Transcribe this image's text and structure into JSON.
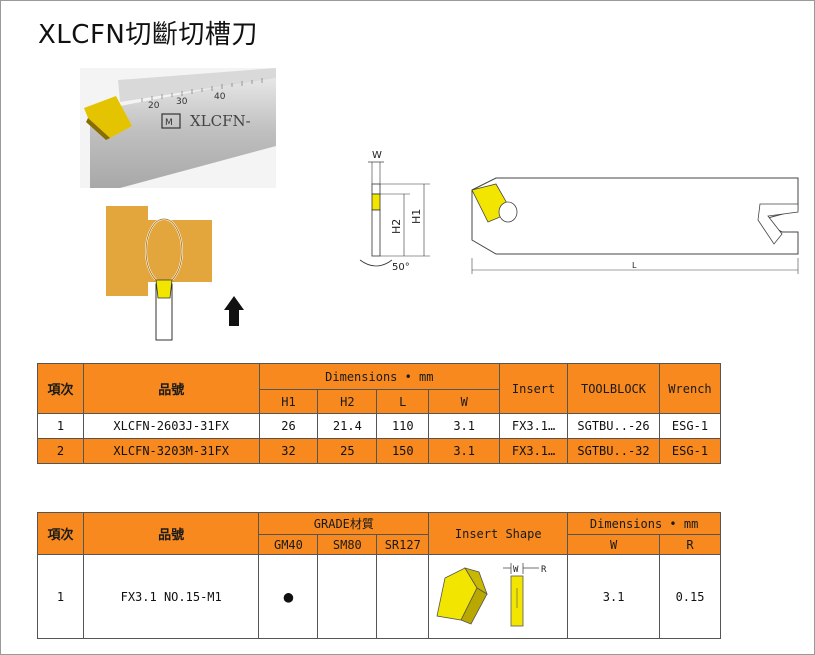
{
  "title": "XLCFN切斷切槽刀",
  "photo": {
    "scale": [
      "20",
      "30",
      "40"
    ],
    "engraving": "XLCFN-"
  },
  "side_view": {
    "w": "W",
    "h2": "H2",
    "h1": "H1",
    "angle": "50°"
  },
  "plan_view": {
    "length": "L"
  },
  "table1": {
    "headers": {
      "item": "項次",
      "part": "品號",
      "dimensions": "Dimensions • mm",
      "h1": "H1",
      "h2": "H2",
      "l": "L",
      "w": "W",
      "insert": "Insert",
      "toolblock": "TOOLBLOCK",
      "wrench": "Wrench"
    },
    "rows": [
      {
        "item": "1",
        "part": "XLCFN-2603J-31FX",
        "h1": "26",
        "h2": "21.4",
        "l": "110",
        "w": "3.1",
        "insert": "FX3.1…",
        "toolblock": "SGTBU..-26",
        "wrench": "ESG-1"
      },
      {
        "item": "2",
        "part": "XLCFN-3203M-31FX",
        "h1": "32",
        "h2": "25",
        "l": "150",
        "w": "3.1",
        "insert": "FX3.1…",
        "toolblock": "SGTBU..-32",
        "wrench": "ESG-1"
      }
    ]
  },
  "table2": {
    "headers": {
      "item": "項次",
      "part": "品號",
      "grade": "GRADE材質",
      "gm40": "GM40",
      "sm80": "SM80",
      "sr127": "SR127",
      "insert_shape": "Insert Shape",
      "dimensions": "Dimensions • mm",
      "w": "W",
      "r": "R"
    },
    "shape_labels": {
      "w": "W",
      "r": "R"
    },
    "rows": [
      {
        "item": "1",
        "part": "FX3.1 NO.15-M1",
        "gm40": "●",
        "sm80": "",
        "sr127": "",
        "w": "3.1",
        "r": "0.15"
      }
    ]
  },
  "colors": {
    "header": "#f7891e",
    "insert_yellow": "#f2e600",
    "workpiece": "#e3a63c",
    "blade": "#c9c9c9"
  }
}
